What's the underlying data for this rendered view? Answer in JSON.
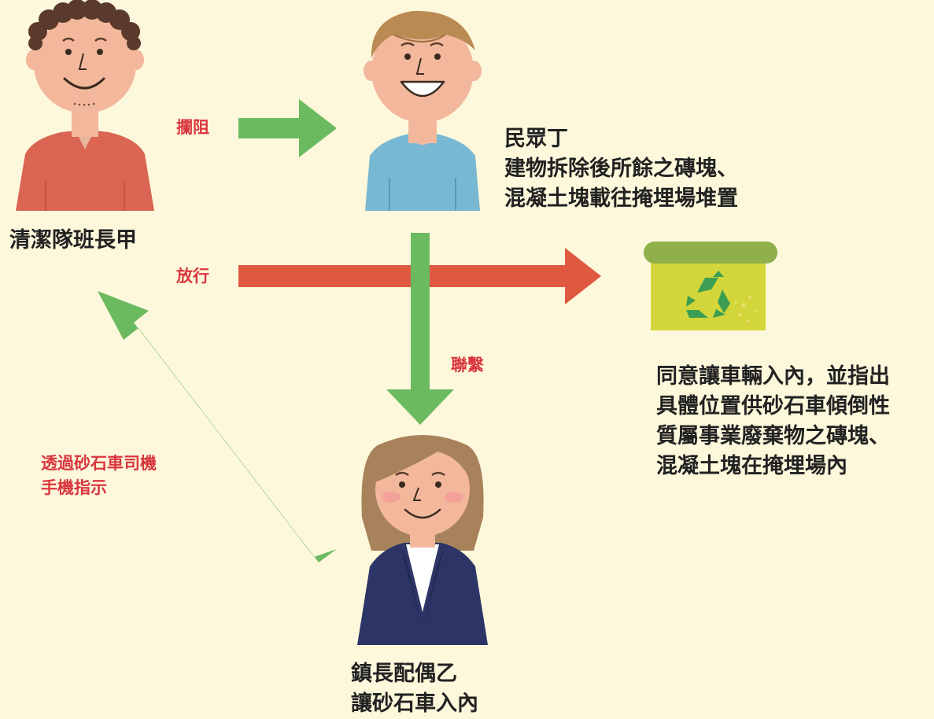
{
  "people": {
    "a": {
      "name": "清潔隊班長甲"
    },
    "d": {
      "name": "民眾丁",
      "lines": [
        "建物拆除後所餘之磚塊、",
        "混凝土塊載往掩埋場堆置"
      ]
    },
    "b": {
      "lines": [
        "鎮長配偶乙",
        "讓砂石車入內"
      ]
    }
  },
  "bin_caption": {
    "lines": [
      "同意讓車輛入內，並指出",
      "具體位置供砂石車傾倒性",
      "質屬事業廢棄物之磚塊、",
      "混凝土塊在掩埋場內"
    ]
  },
  "arrows": {
    "block": {
      "label": "攔阻",
      "color": "#6cba5f"
    },
    "release": {
      "label": "放行",
      "color": "#df5840"
    },
    "contact": {
      "label": "聯繫",
      "color": "#6cba5f"
    },
    "instruct": {
      "lines": [
        "透過砂石車司機",
        "手機指示"
      ],
      "color": "#6cba5f"
    }
  },
  "colors": {
    "background": "#fdf8dc",
    "emphasis_text": "#d9363e",
    "body_text": "#222222"
  }
}
